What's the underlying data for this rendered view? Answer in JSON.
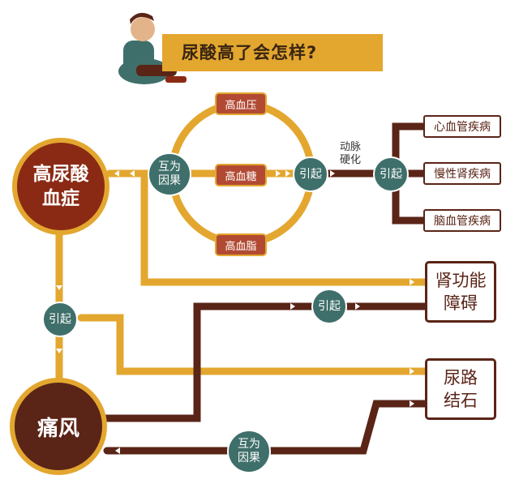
{
  "title": "尿酸高了会怎样?",
  "nodes": {
    "hyperuricemia": [
      "高尿酸",
      "血症"
    ],
    "gout": "痛风",
    "hypertension": "高血压",
    "hyperglycemia": "高血糖",
    "hyperlipidemia": "高血脂",
    "cardiovascular": "心血管疾病",
    "chronic_kidney": "慢性肾疾病",
    "cerebrovascular": "脑血管疾病",
    "kidney_dysfunction": [
      "肾功能",
      "障碍"
    ],
    "urinary_stones": [
      "尿路",
      "结石"
    ]
  },
  "connectors": {
    "mutual_cause": [
      "互为",
      "因果"
    ],
    "cause": "引起",
    "atherosclerosis": [
      "动脉",
      "硬化"
    ]
  },
  "colors": {
    "orange": "#e3a72f",
    "dark_red": "#8b2a14",
    "dark_brown": "#5a2417",
    "teal": "#3f6f6a",
    "pill_red": "#b24a33"
  },
  "icons": {
    "illustration": "worried-man-holding-foot-icon"
  }
}
